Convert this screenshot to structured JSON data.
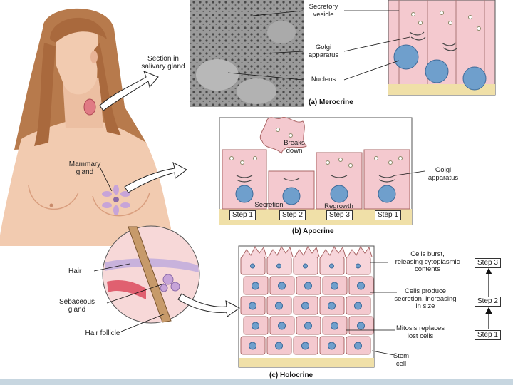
{
  "labels": {
    "secretory_vesicle": "Secretory\nvesicle",
    "golgi_top": "Golgi\napparatus",
    "nucleus": "Nucleus",
    "section_salivary": "Section in\nsalivary gland",
    "mammary_gland": "Mammary\ngland",
    "breaks_down": "Breaks\ndown",
    "golgi_mid": "Golgi\napparatus",
    "secretion": "Secretion",
    "regrowth": "Regrowth",
    "hair": "Hair",
    "sebaceous_gland": "Sebaceous\ngland",
    "hair_follicle": "Hair follicle",
    "cells_burst": "Cells burst,\nreleasing cytoplasmic\ncontents",
    "cells_produce": "Cells produce\nsecretion, increasing\nin size",
    "mitosis": "Mitosis replaces\nlost cells",
    "stem_cell": "Stem\ncell"
  },
  "captions": {
    "merocrine": "(a) Merocrine",
    "apocrine": "(b) Apocrine",
    "holocrine": "(c) Holocrine"
  },
  "apocrine_steps": [
    "Step 1",
    "Step 2",
    "Step 3",
    "Step 1"
  ],
  "holocrine_steps": [
    "Step 3",
    "Step 2",
    "Step 1"
  ],
  "colors": {
    "skin": "#f2cbb0",
    "hair": "#b77a4c",
    "cell_pink": "#f4c9cf",
    "nucleus_blue": "#6f9fcc",
    "basement": "#f0e0a8",
    "micrograph": "#9a9a9a"
  }
}
